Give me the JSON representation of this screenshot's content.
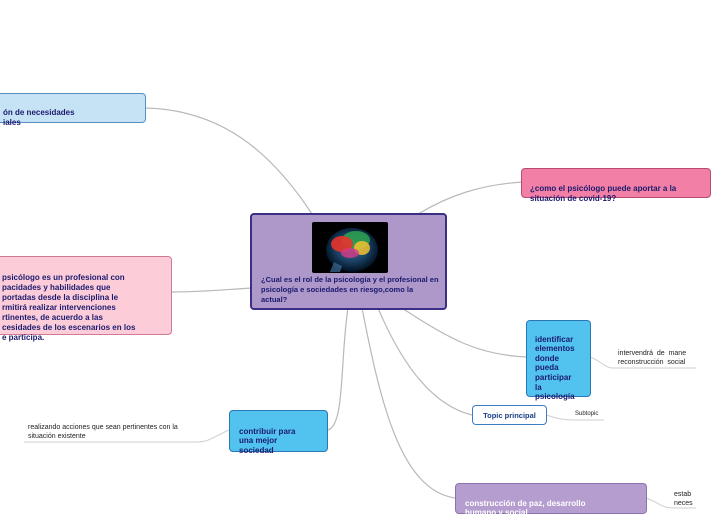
{
  "center": {
    "title": "¿Cual es el rol de la psicología y el profesional en psicología e sociedades en riesgo,como la actual?",
    "image": "brain-image"
  },
  "nodes": {
    "left_top": "ón de necesidades\niales",
    "left_mid": "psicólogo es un profesional  con\npacidades  y  habilidades  que\nportadas  desde  la  disciplina  le\nrmitirá realizar  intervenciones\nrtinentes,  de  acuerdo a las\ncesidades de los escenarios en los\ne  participa.",
    "right_top": "¿como el psicólogo puede aportar a la\nsituación de covid-19?",
    "identify": "identificar\nelementos\ndonde\npueda\nparticipar\nla\npsicología",
    "identify_sub": "intervendrá  de  mane\nreconstrucción  social",
    "topic": "Topic principal",
    "subtopic": "Subtopic",
    "contribute": "contribuir para\nuna mejor\nsociedad",
    "contribute_sub": "realizando acciones que sean pertinentes con la\nsituación existente",
    "build": "construcción  de  paz,  desarrollo\nhumano  y  social",
    "build_sub": "estab\nneces"
  },
  "colors": {
    "link": "#b8b8b8",
    "center": "#ae97c9",
    "pink": "#f27fa6",
    "cyan": "#52c3ef",
    "blue": "#c6e2f5",
    "lavender": "#b59ecf"
  }
}
